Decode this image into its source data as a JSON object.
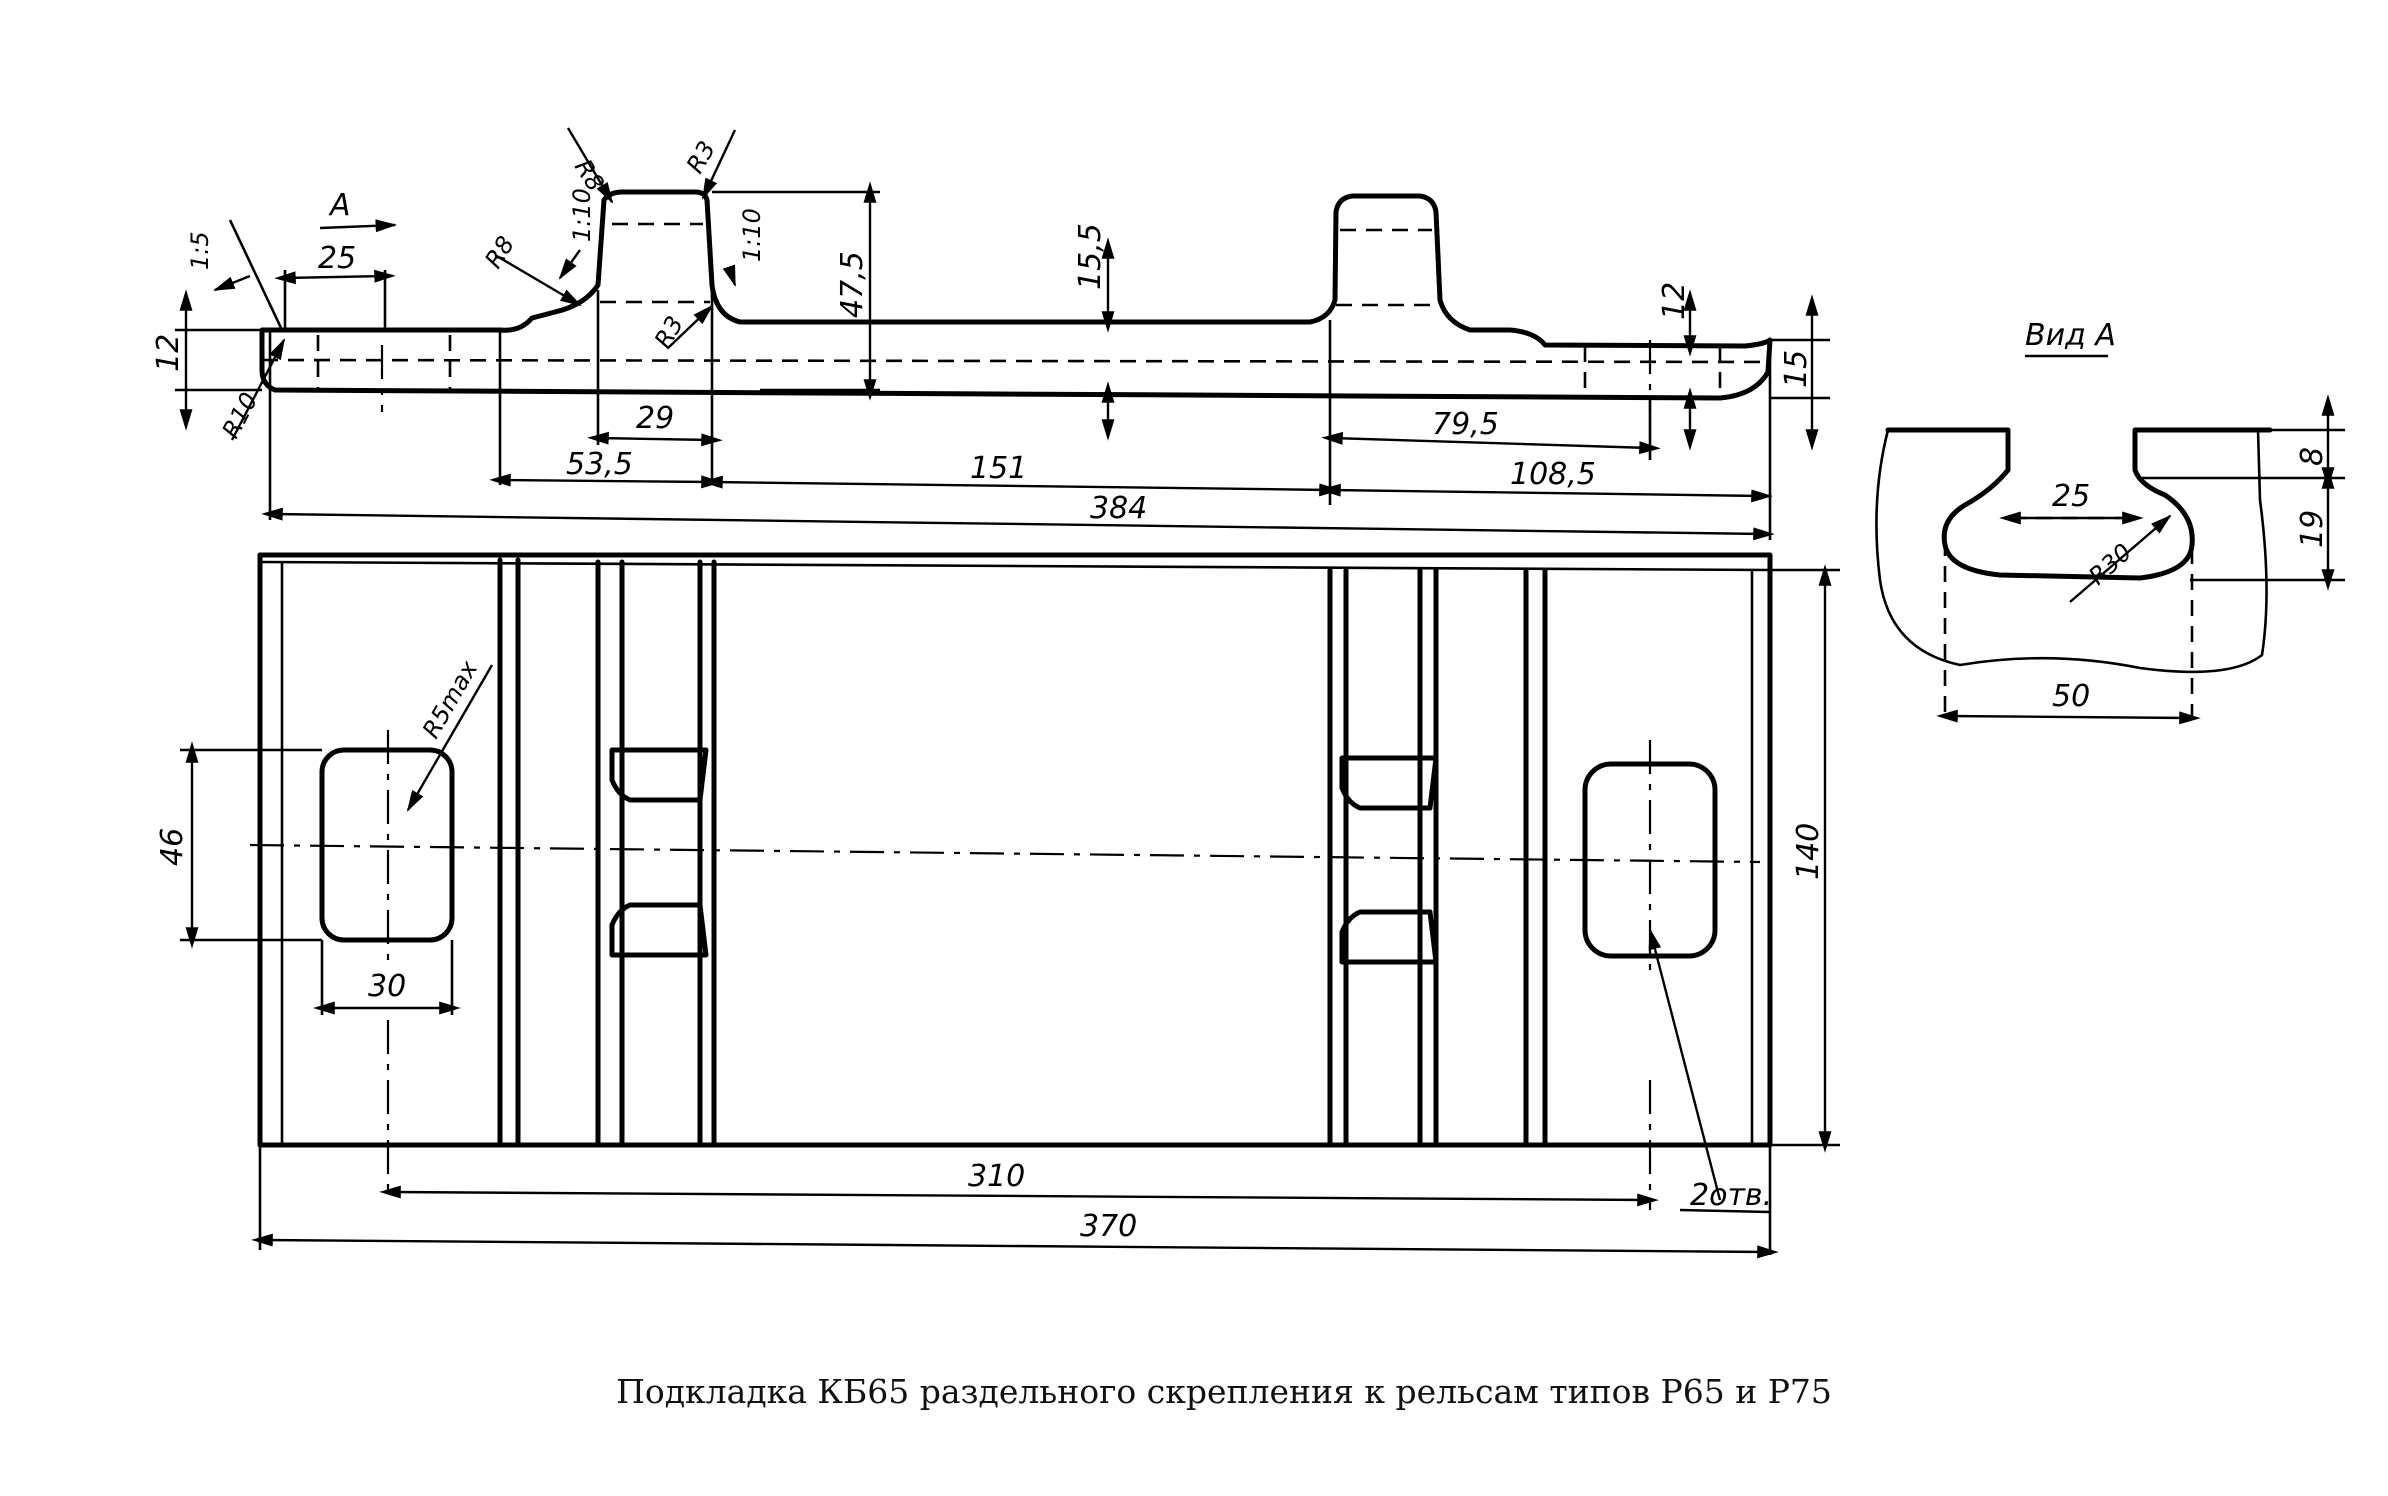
{
  "caption": "Подкладка КБ65 раздельного скрепления к рельсам типов Р65 и Р75",
  "view_label": "Вид А",
  "section_mark": "А",
  "dimensions": {
    "total_length": "384",
    "left_step": "53,5",
    "middle": "151",
    "right_part": "108,5",
    "right_recess": "79,5",
    "rib_width": "29",
    "recess_width": "25",
    "left_thickness": "12",
    "right_thickness_1": "12",
    "right_thickness_2": "15",
    "rib_height": "47,5",
    "base_height": "15,5",
    "plate_width": "140",
    "hole_spacing": "310",
    "plate_length": "370",
    "hole_height": "46",
    "hole_width": "30",
    "view_width": "50",
    "view_recess": "25",
    "view_depth_1": "8",
    "view_depth_2": "19"
  },
  "radii": {
    "r10": "R10",
    "r8a": "R8",
    "r8b": "R8",
    "r3a": "R3",
    "r3b": "R3",
    "r5max": "R5max",
    "r30": "R30"
  },
  "slopes": {
    "s1": "1:5",
    "s2": "1:10",
    "s3": "1:10"
  },
  "holes_note": "2отв."
}
